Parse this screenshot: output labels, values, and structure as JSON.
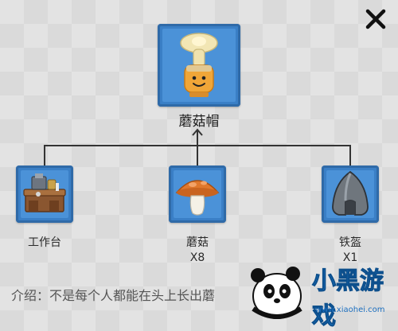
{
  "dialog": {
    "close_label": "close"
  },
  "recipe": {
    "result": {
      "name": "蘑菇帽",
      "icon": "mushroom-hat-icon"
    },
    "ingredients": [
      {
        "name": "工作台",
        "quantity": "",
        "icon": "workbench-icon"
      },
      {
        "name": "蘑菇",
        "quantity": "X8",
        "icon": "mushroom-icon"
      },
      {
        "name": "铁盔",
        "quantity": "X1",
        "icon": "iron-helmet-icon"
      }
    ],
    "description": "介绍：不是每个人都能在头上长出蘑"
  },
  "watermark": {
    "text": "小黑游戏",
    "url": "www.xiaohei.com"
  },
  "colors": {
    "slot_blue": "#3a7fc6",
    "slot_blue_light": "#4b92d8"
  }
}
